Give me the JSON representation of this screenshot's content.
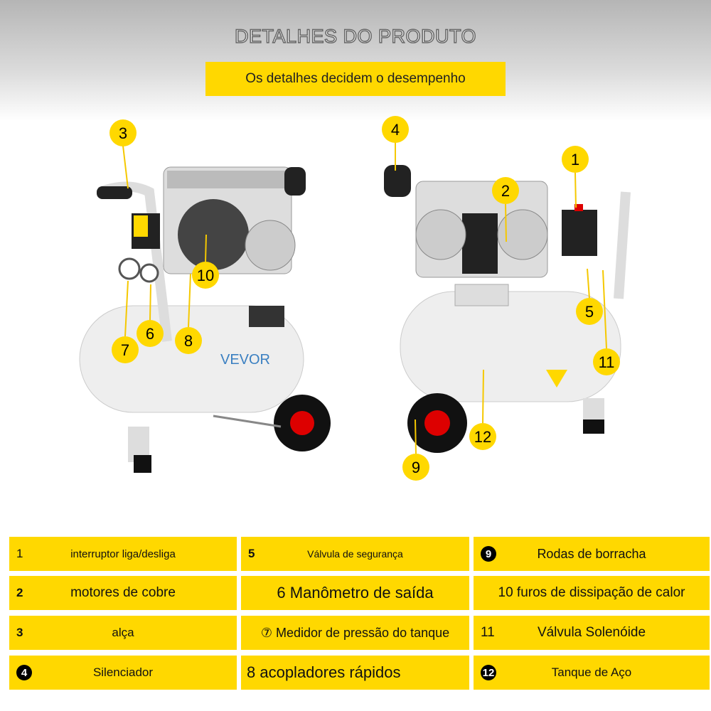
{
  "header": {
    "title": "DETALHES DO PRODUTO",
    "subtitle": "Os detalhes decidem o desempenho"
  },
  "product": {
    "brand": "VEVOR"
  },
  "callouts": [
    "1",
    "2",
    "3",
    "4",
    "5",
    "6",
    "7",
    "8",
    "9",
    "10",
    "11",
    "12"
  ],
  "colors": {
    "accent": "#ffd800"
  },
  "legend": [
    {
      "num": "1",
      "label": "interruptor liga/desliga"
    },
    {
      "num": "2",
      "label": "motores de cobre"
    },
    {
      "num": "3",
      "label": "alça"
    },
    {
      "num": "4",
      "label": "Silenciador"
    },
    {
      "num": "",
      "label": "Válvula de segurança",
      "prefix": "5"
    },
    {
      "num": "",
      "label": "6 Manômetro de saída"
    },
    {
      "num": "",
      "label": "⑦ Medidor de pressão do tanque"
    },
    {
      "num": "",
      "label": "8 acopladores rápidos"
    },
    {
      "num": "9",
      "label": "Rodas de borracha"
    },
    {
      "num": "",
      "label": "10 furos de dissipação de calor"
    },
    {
      "num": "11",
      "label": "Válvula Solenóide"
    },
    {
      "num": "12",
      "label": "Tanque de Aço"
    }
  ]
}
